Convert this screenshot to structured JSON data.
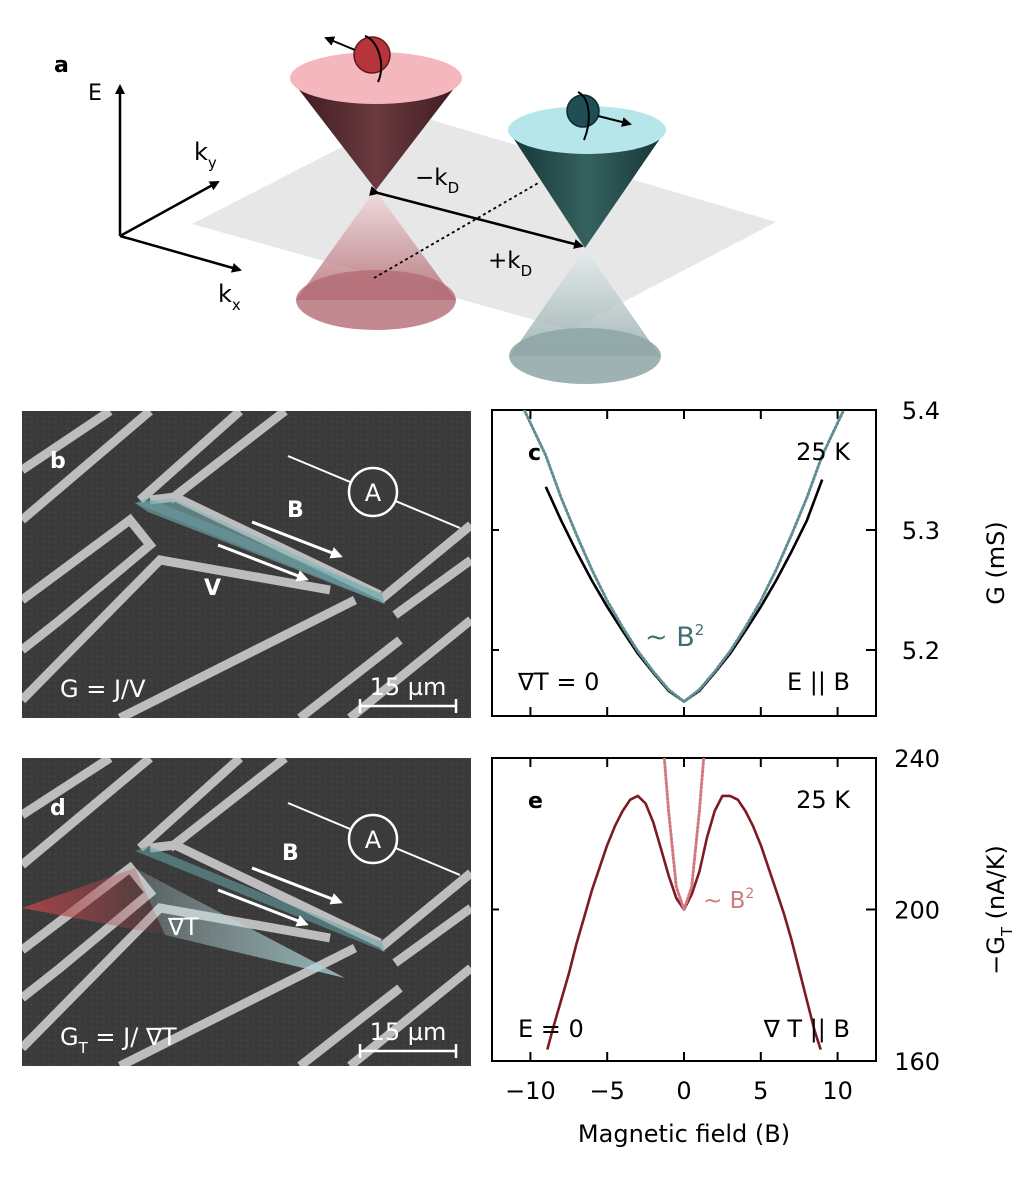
{
  "panel_a": {
    "tag": "a",
    "axis_e": "E",
    "axis_ky_base": "k",
    "axis_ky_sub": "y",
    "axis_kx_base": "k",
    "axis_kx_sub": "x",
    "minus_kd_base": "−k",
    "plus_kd_base": "+k",
    "kd_sub": "D",
    "colors": {
      "red_cone": "#5a2a30",
      "teal_cone": "#234a4e",
      "red_top": "#f4b7bd",
      "teal_top": "#b6e6ea"
    }
  },
  "panel_b": {
    "tag": "b",
    "label_a": "A",
    "label_b": "B",
    "label_v": "V",
    "formula": "G = J/V",
    "scale": "15 µm"
  },
  "panel_d": {
    "tag": "d",
    "label_a": "A",
    "label_b": "B",
    "label_grad": "∇T",
    "formula_base": "G",
    "formula_sub": "T",
    "formula_rest": " = J/ ∇T",
    "scale": "15 µm"
  },
  "chart_data": [
    {
      "type": "line",
      "panel": "c",
      "temperature": "25 K",
      "left_annotation": "∇T = 0",
      "right_annotation": "E || B",
      "fit_label_base": "~ B",
      "fit_label_sup": "2",
      "ylabel": "G (mS)",
      "yticks": [
        "5.2",
        "5.3",
        "5.4"
      ],
      "ylim": [
        5.145,
        5.4
      ],
      "xlim": [
        -12.5,
        12.5
      ],
      "series": [
        {
          "x": [
            -9,
            -8,
            -7,
            -6,
            -5,
            -4,
            -3,
            -2,
            -1,
            0,
            1,
            2,
            3,
            4,
            5,
            6,
            7,
            8,
            9
          ],
          "y": [
            5.336,
            5.308,
            5.282,
            5.258,
            5.236,
            5.216,
            5.197,
            5.181,
            5.166,
            5.157,
            5.166,
            5.181,
            5.197,
            5.216,
            5.236,
            5.258,
            5.282,
            5.308,
            5.342
          ],
          "color": "#000000"
        },
        {
          "x": [
            -10.4,
            -9,
            -8,
            -7,
            -6,
            -5,
            -4,
            -3,
            -2,
            -1,
            0,
            1,
            2,
            3,
            4,
            5,
            6,
            7,
            8,
            9,
            10.4
          ],
          "y": [
            5.4,
            5.362,
            5.327,
            5.296,
            5.267,
            5.241,
            5.219,
            5.199,
            5.182,
            5.167,
            5.157,
            5.167,
            5.182,
            5.199,
            5.219,
            5.241,
            5.267,
            5.296,
            5.327,
            5.362,
            5.4
          ],
          "color": "#5f8f95",
          "style": "dotted"
        }
      ]
    },
    {
      "type": "line",
      "panel": "e",
      "temperature": "25 K",
      "left_annotation": "E = 0",
      "right_annotation": "∇ T || B",
      "fit_label_base": "~ B",
      "fit_label_sup": "2",
      "ylabel_base": "−G",
      "ylabel_sub": "T",
      "ylabel_rest": " (nA/K)",
      "yticks": [
        "160",
        "200",
        "240"
      ],
      "ylim": [
        160,
        240
      ],
      "xlim": [
        -12.5,
        12.5
      ],
      "xticks": [
        "−10",
        "−5",
        "0",
        "5",
        "10"
      ],
      "xtick_values": [
        -10,
        -5,
        0,
        5,
        10
      ],
      "xlabel": "Magnetic field (B)",
      "series": [
        {
          "x": [
            -8.9,
            -8.5,
            -8,
            -7.5,
            -7,
            -6.5,
            -6,
            -5.5,
            -5,
            -4.5,
            -4,
            -3.5,
            -3,
            -2.5,
            -2,
            -1.5,
            -1,
            -0.5,
            0,
            0.5,
            1,
            1.5,
            2,
            2.5,
            3,
            3.5,
            4,
            4.5,
            5,
            5.5,
            6,
            6.5,
            7,
            7.5,
            8,
            8.5,
            8.9
          ],
          "y": [
            163,
            169,
            176,
            183,
            191,
            198,
            205,
            211,
            217,
            222,
            226,
            229,
            230,
            228,
            223,
            216,
            209,
            203,
            200,
            204,
            210,
            219,
            226,
            230,
            230,
            229,
            226,
            222,
            217,
            211,
            205,
            199,
            192,
            184,
            176,
            168,
            163
          ],
          "color": "#7d1b22"
        },
        {
          "x": [
            -1.3,
            -1,
            -0.5,
            0,
            0.5,
            1,
            1.3
          ],
          "y": [
            241,
            226,
            206,
            200,
            206,
            226,
            241
          ],
          "color": "#d07a80",
          "style": "dotted"
        }
      ]
    }
  ]
}
